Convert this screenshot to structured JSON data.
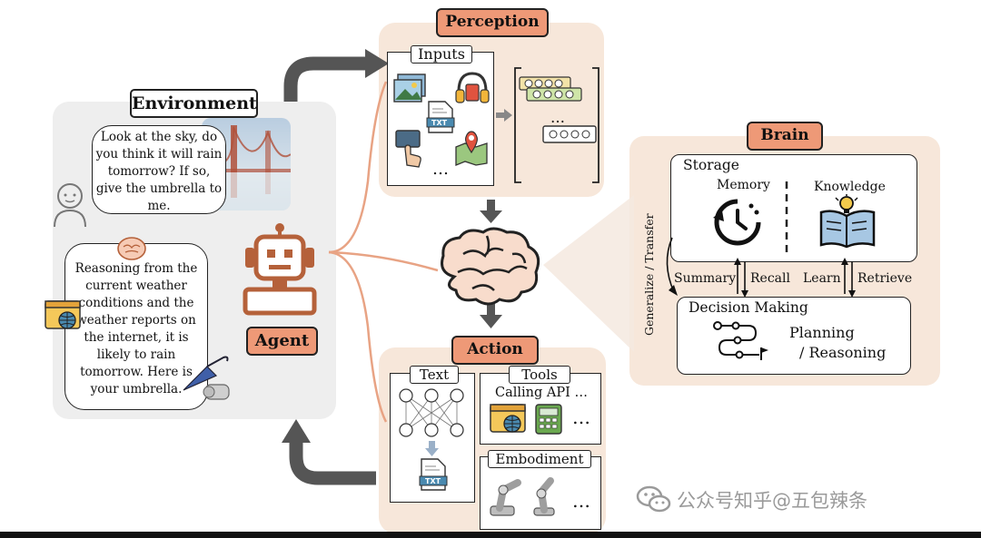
{
  "environment": {
    "title": "Environment",
    "user_bubble": "Look at the sky, do you think it will rain tomorrow? If so, give the umbrella to me.",
    "agent_bubble": "Reasoning from the current weather conditions and the weather reports on the internet, it is likely to rain tomorrow. Here is your umbrella."
  },
  "agent": {
    "label": "Agent"
  },
  "perception": {
    "title": "Perception",
    "inputs_label": "Inputs",
    "ellipsis": "…",
    "txt_label": "TXT"
  },
  "action": {
    "title": "Action",
    "text_label": "Text",
    "tools_label": "Tools",
    "calling_api": "Calling API …",
    "embodiment_label": "Embodiment",
    "ellipsis": "…",
    "txt_label": "TXT"
  },
  "brain": {
    "title": "Brain",
    "storage": "Storage",
    "memory": "Memory",
    "knowledge": "Knowledge",
    "summary": "Summary",
    "recall": "Recall",
    "learn": "Learn",
    "retrieve": "Retrieve",
    "generalize": "Generalize / Transfer",
    "decision_making": "Decision Making",
    "planning": "Planning",
    "reasoning": "/ Reasoning"
  },
  "watermark": "公众号知乎@五包辣条",
  "colors": {
    "accent": "#ee9977",
    "panel": "#f7e7da",
    "env_panel": "#eeeeee",
    "robot": "#b5613a"
  }
}
